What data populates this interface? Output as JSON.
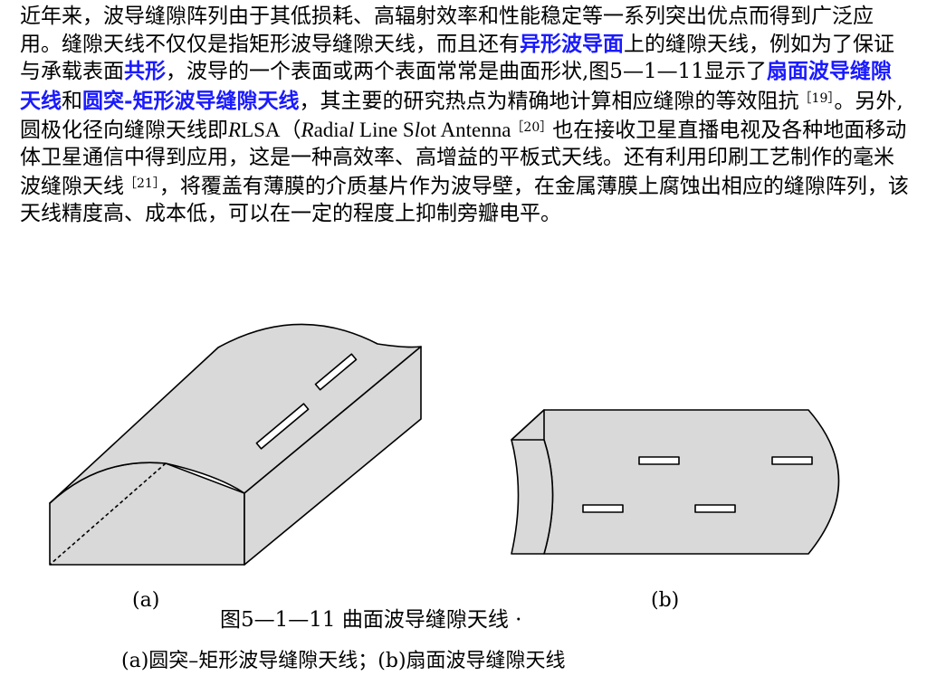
{
  "paragraph": {
    "s1": "近年来，波导缝隙阵列由于其低损耗、高辐射效率和性能稳定等一系列突出优点而得到广泛应用。缝隙天线不仅仅是指矩形波导缝隙天线，而且还有",
    "hl1": "异形波导面",
    "s2": "上的缝隙天线，例如为了保证与承载表面",
    "hl2": "共形",
    "s3": "，波导的一个表面或两个表面常常是曲面形状,图5—1—11显示了",
    "hl3": "扇面波导缝隙天线",
    "s4": "和",
    "hl4": "圆突-矩形波导缝隙天线",
    "s5": "，其主要的研究热点为精确地计算相应缝隙的等效阻抗",
    "ref1": "［19］",
    "s6": "。另外,圆极化径向缝隙天线即",
    "rlsa_r": "R",
    "rlsa_rest": "LSA（",
    "an_r": "R",
    "an_1": "adia",
    "an_l1": "l",
    "an_2": " Line S",
    "an_l2": "l",
    "an_3": "ot Antenna",
    "ref2": "［20］",
    "s7": "也在接收卫星直播电视及各种地面移动体卫星通信中得到应用，这是一种高效率、高增益的平板式天线。还有利用印刷工艺制作的毫米波缝隙天线",
    "ref3": "［21］",
    "s8": "，将覆盖有薄膜的介质基片作为波导壁，在金属薄膜上腐蚀出相应的缝隙阵列，该天线精度高、成本低，可以在一定的程度上抑制旁瓣电平。"
  },
  "figure": {
    "label_a": "(a)",
    "label_b": "(b)",
    "caption_main": "图5—1—11   曲面波导缝隙天线 ·",
    "caption_sub": "(a)圆突–矩形波导缝隙天线；(b)扇面波导缝隙天线"
  },
  "colors": {
    "highlight": "#1a1aff",
    "shape_fill": "#d9d9d9",
    "stroke": "#000000"
  }
}
